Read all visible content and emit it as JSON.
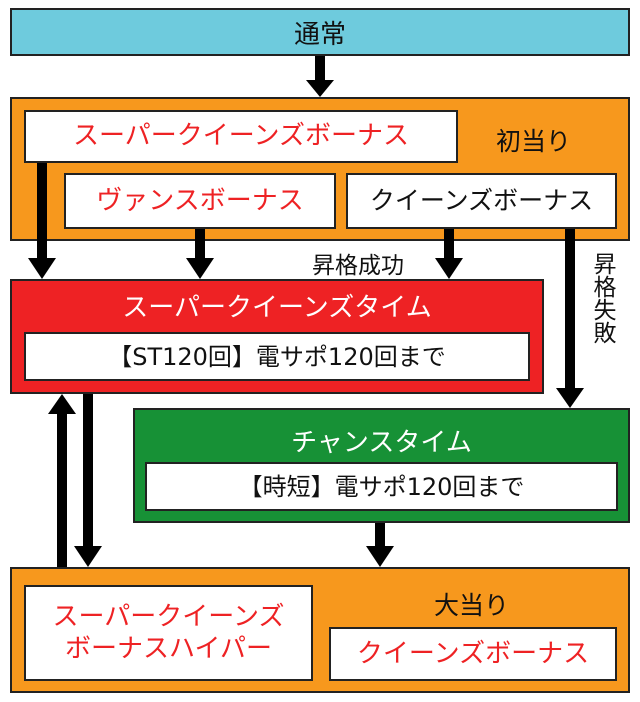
{
  "normal": {
    "label": "通常"
  },
  "first_hit": {
    "label": "初当り",
    "super_queens_bonus": "スーパークイーンズボーナス",
    "vans_bonus": "ヴァンスボーナス",
    "queens_bonus": "クイーンズボーナス"
  },
  "promotion_success": "昇格成功",
  "promotion_failure": "昇格失敗",
  "super_queens_time": {
    "title": "スーパークイーンズタイム",
    "detail": "【ST120回】電サポ120回まで"
  },
  "chance_time": {
    "title": "チャンスタイム",
    "detail": "【時短】電サポ120回まで"
  },
  "big_hit": {
    "label": "大当り",
    "super_queens_bonus_hyper_line1": "スーパークイーンズ",
    "super_queens_bonus_hyper_line2": "ボーナスハイパー",
    "queens_bonus": "クイーンズボーナス"
  },
  "colors": {
    "normal": "#6ECBDD",
    "orange": "#F7981D",
    "red": "#EE2224",
    "green": "#179136"
  }
}
